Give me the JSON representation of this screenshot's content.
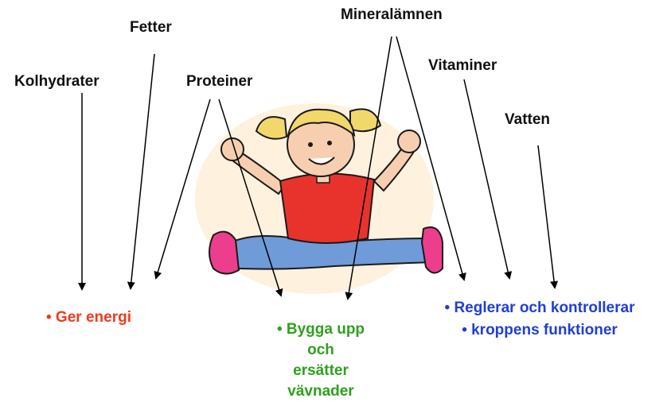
{
  "nutrients": {
    "kolhydrater": "Kolhydrater",
    "fetter": "Fetter",
    "proteiner": "Proteiner",
    "mineralamnen": "Mineralämnen",
    "vitaminer": "Vitaminer",
    "vatten": "Vatten"
  },
  "functions": {
    "energy": "• Ger energi",
    "build_line1": "• Bygga upp",
    "build_line2": "och",
    "build_line3": "ersätter",
    "build_line4": "vävnader",
    "regulate_line1": "• Reglerar och kontrollerar",
    "regulate_line2": "• kroppens funktioner"
  },
  "colors": {
    "energy": "#f03a1e",
    "build": "#2fa01e",
    "regulate": "#1d3fd6"
  },
  "illustration": {
    "subject": "jumping-girl-cartoon"
  }
}
